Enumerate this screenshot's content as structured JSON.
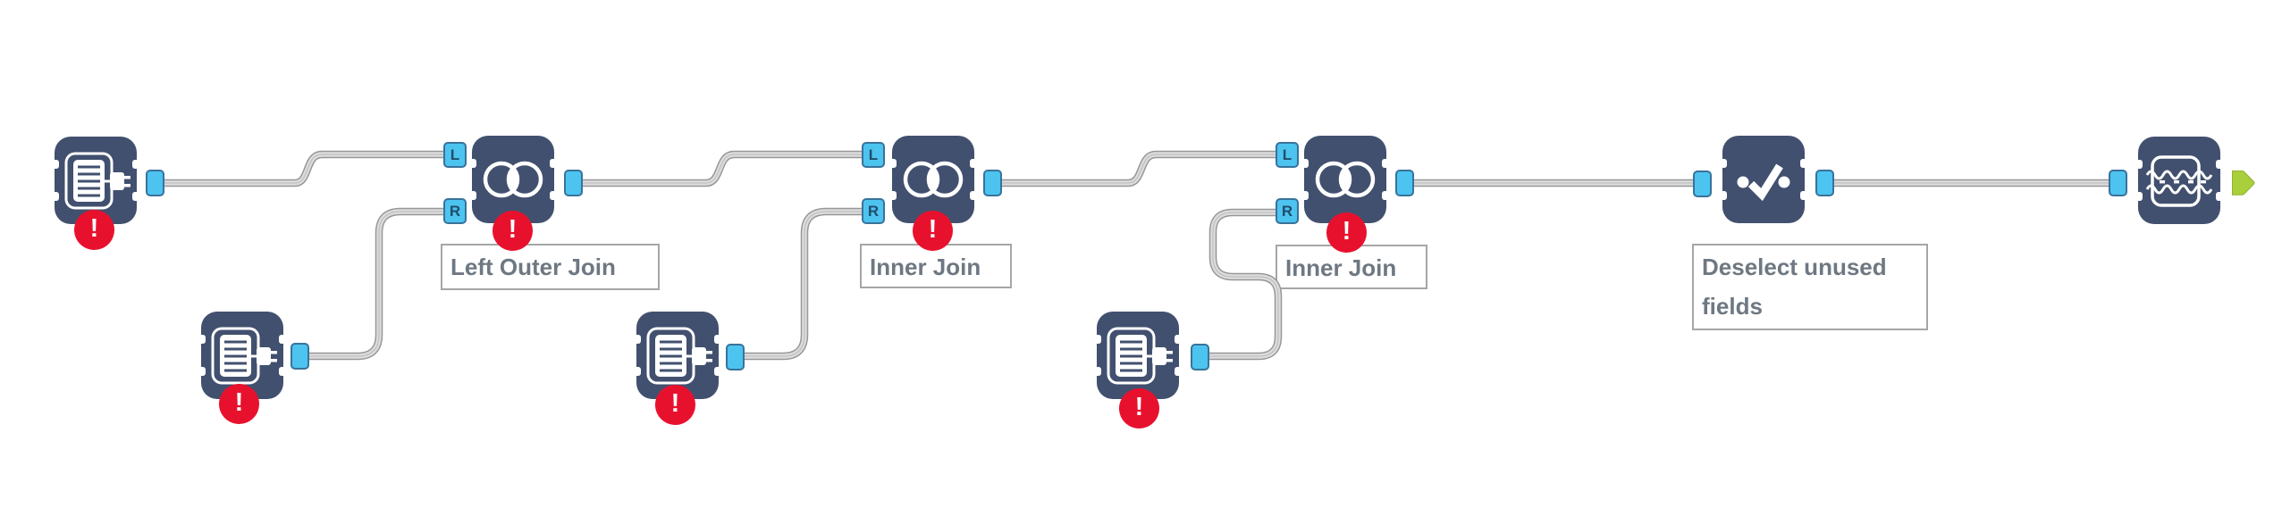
{
  "app": "workflow-canvas",
  "colors": {
    "tool-body": "#42506F",
    "anchor-fill": "#4DC3F0",
    "anchor-border": "#38739B",
    "anchor-letter": "#1E4F6B",
    "error-red": "#E8112D",
    "arrow-green": "#A9CF3B",
    "conn-edge": "#97979B",
    "conn-fill": "#DDDDDD",
    "conn-center": "#C0C0C0",
    "label-text": "#6E7882",
    "label-border": "#A6A6A6"
  },
  "anchor_labels": {
    "left": "L",
    "right": "R"
  },
  "badges": {
    "error_glyph": "!"
  },
  "tools": [
    {
      "name": "input-data-1",
      "type": "Input Data",
      "annotation": "",
      "has_error": true
    },
    {
      "name": "join-1",
      "type": "Join",
      "annotation": "Left Outer Join",
      "has_error": true
    },
    {
      "name": "join-2",
      "type": "Join",
      "annotation": "Inner Join",
      "has_error": true
    },
    {
      "name": "join-3",
      "type": "Join",
      "annotation": "Inner Join",
      "has_error": true
    },
    {
      "name": "select-1",
      "type": "Select",
      "annotation": "Deselect unused fields",
      "has_error": false
    },
    {
      "name": "browse-1",
      "type": "Browse",
      "annotation": "",
      "has_error": false
    },
    {
      "name": "input-data-2",
      "type": "Input Data",
      "annotation": "",
      "has_error": true
    },
    {
      "name": "input-data-3",
      "type": "Input Data",
      "annotation": "",
      "has_error": true
    },
    {
      "name": "input-data-4",
      "type": "Input Data",
      "annotation": "",
      "has_error": true
    }
  ],
  "connections": [
    {
      "from": "input-data-1",
      "to": "join-1",
      "to_anchor": "L"
    },
    {
      "from": "input-data-2",
      "to": "join-1",
      "to_anchor": "R"
    },
    {
      "from": "join-1",
      "to": "join-2",
      "to_anchor": "L"
    },
    {
      "from": "input-data-3",
      "to": "join-2",
      "to_anchor": "R"
    },
    {
      "from": "join-2",
      "to": "join-3",
      "to_anchor": "L"
    },
    {
      "from": "input-data-4",
      "to": "join-3",
      "to_anchor": "R"
    },
    {
      "from": "join-3",
      "to": "select-1",
      "to_anchor": ""
    },
    {
      "from": "select-1",
      "to": "browse-1",
      "to_anchor": ""
    }
  ]
}
